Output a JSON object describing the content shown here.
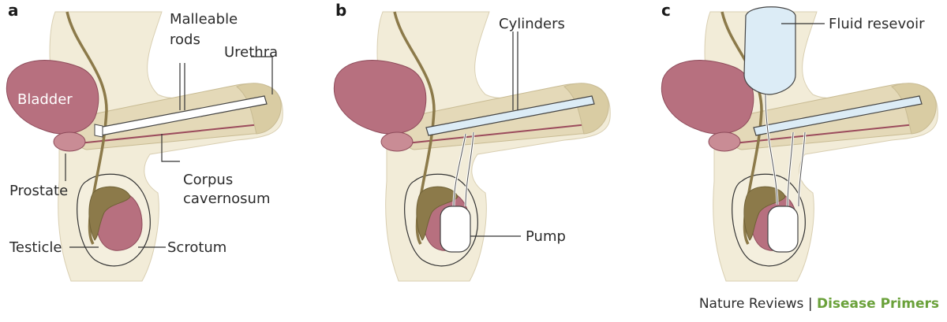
{
  "panels": {
    "a": {
      "letter": "a",
      "labels": {
        "bladder": "Bladder",
        "malleable_rods_1": "Malleable",
        "malleable_rods_2": "rods",
        "urethra": "Urethra",
        "prostate": "Prostate",
        "corpus_1": "Corpus",
        "corpus_2": "cavernosum",
        "testicle": "Testicle",
        "scrotum": "Scrotum"
      }
    },
    "b": {
      "letter": "b",
      "labels": {
        "cylinders": "Cylinders",
        "pump": "Pump"
      }
    },
    "c": {
      "letter": "c",
      "labels": {
        "fluid_reservoir": "Fluid resevoir"
      }
    }
  },
  "credit": {
    "journal": "Nature Reviews",
    "separator": "|",
    "series": "Disease Primers"
  },
  "colors": {
    "skin": "#f2ecd8",
    "shaft": "#e6dcbd",
    "organ": "#b7707f",
    "organ_dark": "#8e4b5a",
    "duct": "#8c7a4a",
    "device": "#dcecf6"
  }
}
